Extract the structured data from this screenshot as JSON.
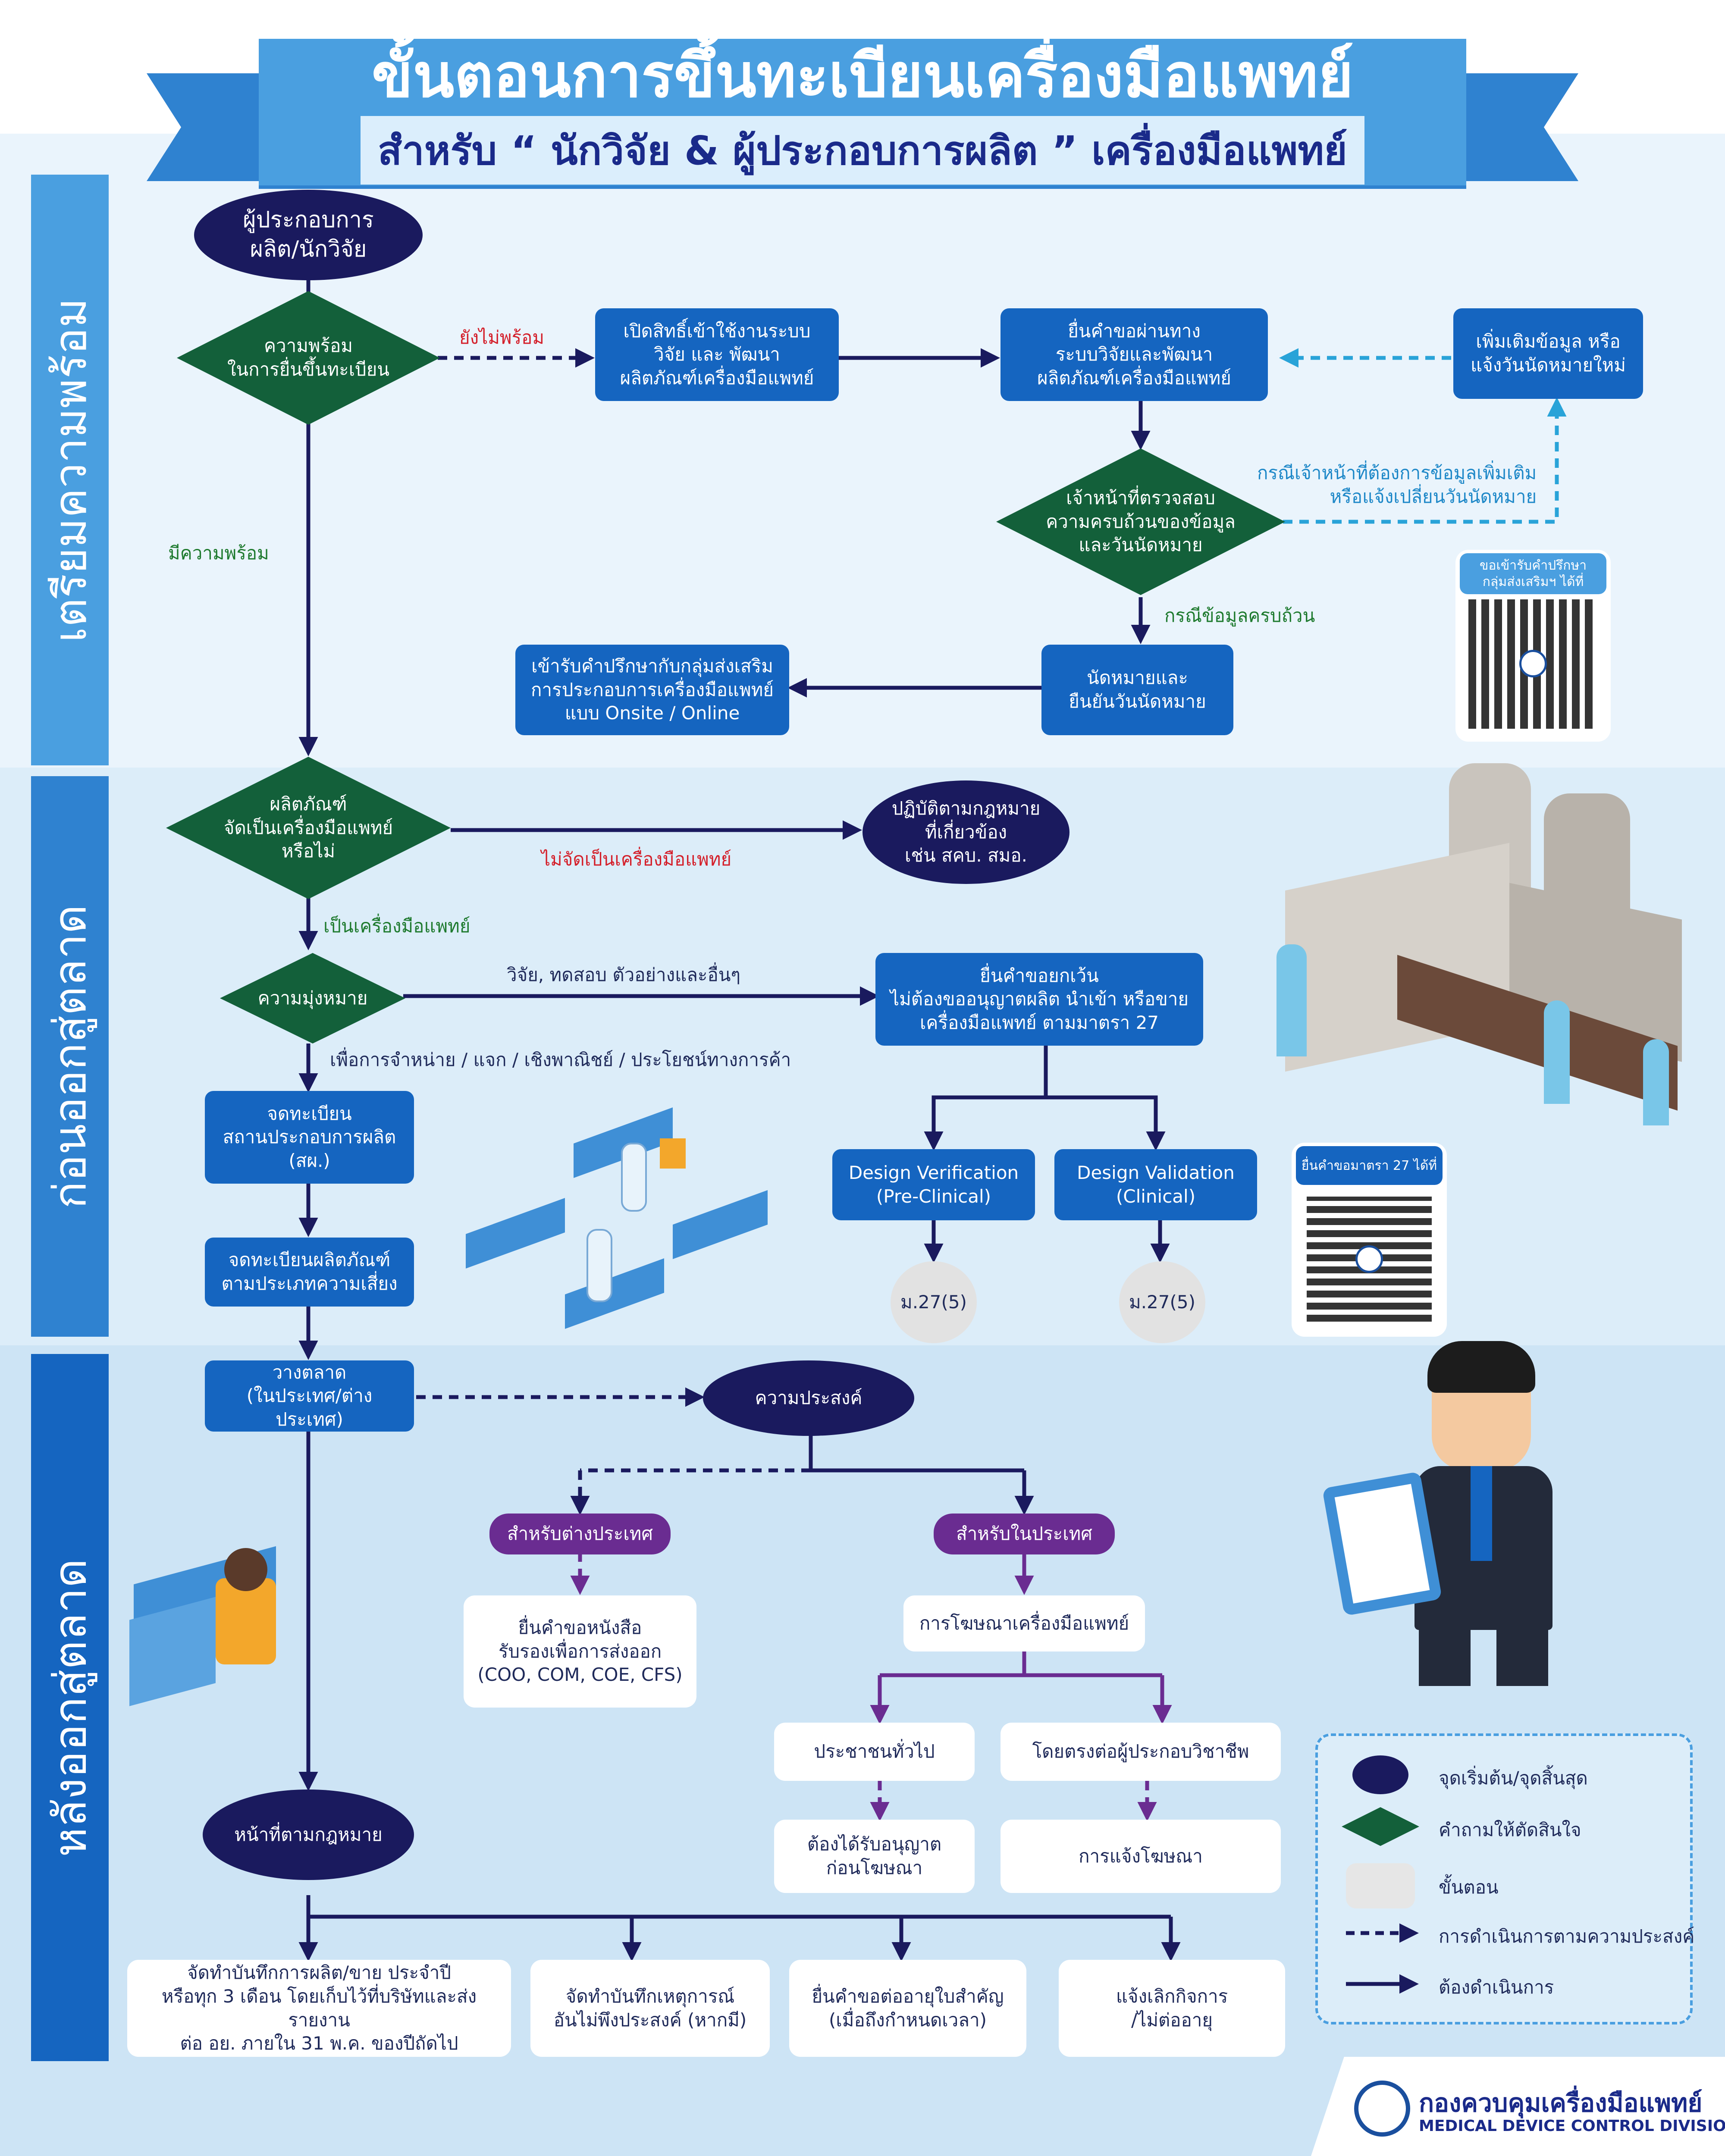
{
  "header": {
    "title": "ขั้นตอนการขึ้นทะเบียนเครื่องมือแพทย์",
    "subtitle": "สำหรับ “ นักวิจัย & ผู้ประกอบการผลิต ” เครื่องมือแพทย์"
  },
  "sections": {
    "prepare": "เตรียมความพร้อม",
    "premarket": "ก่อนออกสู่ตลาด",
    "postmarket": "หลังออกสู่ตลาด"
  },
  "nodes": {
    "start": "ผู้ประกอบการ\nผลิต/นักวิจัย",
    "ready_q": "ความพร้อม\nในการยื่นขึ้นทะเบียน",
    "open_access": "เปิดสิทธิ์เข้าใช้งานระบบ\nวิจัย และ พัฒนา\nผลิตภัณฑ์เครื่องมือแพทย์",
    "submit_rd": "ยื่นคำขอผ่านทาง\nระบบวิจัยและพัฒนา\nผลิตภัณฑ์เครื่องมือแพทย์",
    "add_info": "เพิ่มเติมข้อมูล หรือ\nแจ้งวันนัดหมายใหม่",
    "officer_q": "เจ้าหน้าที่ตรวจสอบ\nความครบถ้วนของข้อมูล\nและวันนัดหมาย",
    "appoint": "นัดหมายและ\nยืนยันวันนัดหมาย",
    "consult": "เข้ารับคำปรึกษากับกลุ่มส่งเสริม\nการประกอบการเครื่องมือแพทย์\nแบบ Onsite / Online",
    "is_device_q": "ผลิตภัณฑ์\nจัดเป็นเครื่องมือแพทย์\nหรือไม่",
    "other_law": "ปฏิบัติตามกฎหมาย\nที่เกี่ยวข้อง\nเช่น สคบ. สมอ.",
    "purpose_q": "ความมุ่งหมาย",
    "exempt": "ยื่นคำขอยกเว้น\nไม่ต้องขออนุญาตผลิต นำเข้า หรือขาย\nเครื่องมือแพทย์ ตามมาตรา 27",
    "design_verif": "Design Verification\n(Pre-Clinical)",
    "design_valid": "Design Validation\n(Clinical)",
    "m27a": "ม.27(5)",
    "m27b": "ม.27(5)",
    "reg_place": "จดทะเบียน\nสถานประกอบการผลิต\n(สผ.)",
    "reg_product": "จดทะเบียนผลิตภัณฑ์\nตามประเภทความเสี่ยง",
    "market": "วางตลาด\n(ในประเทศ/ต่างประเทศ)",
    "intent": "ความประสงค์",
    "abroad": "สำหรับต่างประเทศ",
    "domestic": "สำหรับในประเทศ",
    "export_cert": "ยื่นคำขอหนังสือ\nรับรองเพื่อการส่งออก\n(COO, COM, COE, CFS)",
    "advert": "การโฆษณาเครื่องมือแพทย์",
    "public": "ประชาชนทั่วไป",
    "professional": "โดยตรงต่อผู้ประกอบวิชาชีพ",
    "need_permit": "ต้องได้รับอนุญาต\nก่อนโฆษณา",
    "notify_ad": "การแจ้งโฆษณา",
    "legal_duty": "หน้าที่ตามกฎหมาย",
    "record_prod": "จัดทำบันทึกการผลิต/ขาย ประจำปี\nหรือทุก 3 เดือน โดยเก็บไว้ที่บริษัทและส่งรายงาน\nต่อ อย. ภายใน 31 พ.ค. ของปีถัดไป",
    "record_adverse": "จัดทำบันทึกเหตุการณ์\nอันไม่พึงประสงค์ (หากมี)",
    "renew": "ยื่นคำขอต่ออายุใบสำคัญ\n(เมื่อถึงกำหนดเวลา)",
    "cancel": "แจ้งเลิกกิจการ\n/ไม่ต่ออายุ"
  },
  "labels": {
    "not_ready": "ยังไม่พร้อม",
    "ready": "มีความพร้อม",
    "need_more": "กรณีเจ้าหน้าที่ต้องการข้อมูลเพิ่มเติม\nหรือแจ้งเปลี่ยนวันนัดหมาย",
    "complete": "กรณีข้อมูลครบถ้วน",
    "not_device": "ไม่จัดเป็นเครื่องมือแพทย์",
    "is_device": "เป็นเครื่องมือแพทย์",
    "research": "วิจัย, ทดสอบ ตัวอย่างและอื่นๆ",
    "commercial": "เพื่อการจำหน่าย / แจก / เชิงพาณิชย์ / ประโยชน์ทางการค้า",
    "qr1": "ขอเข้ารับคำปรึกษา\nกลุ่มส่งเสริมฯ ได้ที่",
    "qr2": "ยื่นคำขอมาตรา 27 ได้ที่"
  },
  "legend": {
    "start_end": "จุดเริ่มต้น/จุดสิ้นสุด",
    "decision": "คำถามให้ตัดสินใจ",
    "step": "ขั้นตอน",
    "optional": "การดำเนินการตามความประสงค์",
    "required": "ต้องดำเนินการ"
  },
  "footer": {
    "org_th": "กองควบคุมเครื่องมือแพทย์",
    "org_en": "MEDICAL DEVICE CONTROL DIVISION"
  },
  "colors": {
    "navy": "#1a1a5e",
    "green": "#13603a",
    "blue": "#1565c0",
    "purple": "#6a2c91",
    "banner": "#4a9fe0"
  }
}
